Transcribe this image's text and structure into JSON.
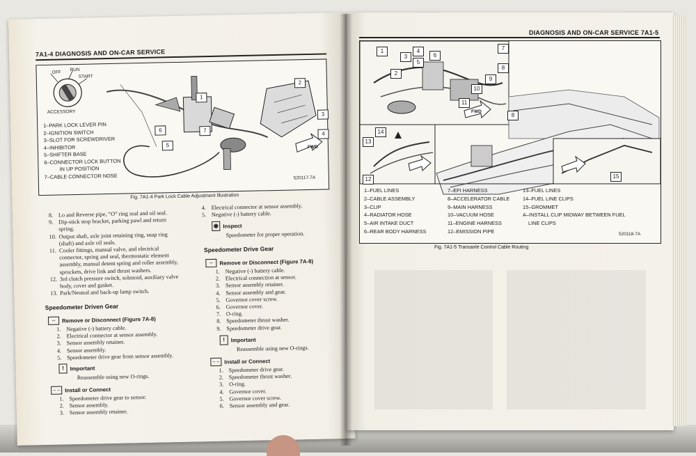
{
  "left_page": {
    "header": "7A1-4  DIAGNOSIS AND ON-CAR SERVICE",
    "figure": {
      "switch_labels": {
        "off": "OFF",
        "run": "RUN",
        "start": "START",
        "accessory": "ACCESSORY"
      },
      "legend": [
        "1–PARK LOCK LEVER PIN",
        "2–IGNITION SWITCH",
        "3–SLOT FOR SCREWDRIVER",
        "4–INHIBITOR",
        "5–SHIFTER BASE",
        "6–CONNECTOR LOCK BUTTON",
        "IN UP POSITION",
        "7–CABLE CONNECTOR NOSE"
      ],
      "callouts": [
        "1",
        "2",
        "3",
        "4",
        "5",
        "6",
        "7"
      ],
      "fwd": "FWD",
      "figure_number": "520117-7A",
      "caption": "Fig. 7A1-4 Park Lock Cable Adjustment Illustration"
    },
    "col1_list": [
      {
        "n": "8.",
        "text": "Lo and Reverse pipe, “O” ring seal and oil seal."
      },
      {
        "n": "9.",
        "text": "Dip-stick stop bracket, parking pawl and return spring."
      },
      {
        "n": "10.",
        "text": "Output shaft, axle joint retaining ring, snap ring (shaft) and axle oil seals."
      },
      {
        "n": "11.",
        "text": "Cooler fittings, manual valve, and electrical connector, spring and seal, thermostatic element assembly, manual detent spring and roller assembly, sprockets, drive link and thrust washers."
      },
      {
        "n": "12.",
        "text": "3rd clutch pressure switch, solenoid, auxiliary valve body, cover and gasket."
      },
      {
        "n": "13.",
        "text": "Park/Neutral and back-up lamp switch."
      }
    ],
    "driven_gear": {
      "title": "Speedometer Driven Gear",
      "remove_label": "Remove or Disconnect (Figure 7A-8)",
      "remove_steps": [
        {
          "n": "1.",
          "text": "Negative (-) battery cable."
        },
        {
          "n": "2.",
          "text": "Electrical connector at sensor assembly."
        },
        {
          "n": "3.",
          "text": "Sensor assembly retainer."
        },
        {
          "n": "4.",
          "text": "Sensor assembly."
        },
        {
          "n": "5.",
          "text": "Speedometer drive gear from sensor assembly."
        }
      ],
      "important_label": "Important",
      "important_text": "Reassemble using new O-rings.",
      "install_label": "Install or Connect",
      "install_steps": [
        {
          "n": "1.",
          "text": "Speedometer drive gear to sensor."
        },
        {
          "n": "2.",
          "text": "Sensor assembly."
        },
        {
          "n": "3.",
          "text": "Sensor assembly retainer."
        }
      ]
    },
    "col2_top": [
      {
        "n": "4.",
        "text": "Electrical connector at sensor assembly."
      },
      {
        "n": "5.",
        "text": "Negative (-) battery cable."
      }
    ],
    "inspect_label": "Inspect",
    "inspect_text": "Speedometer for proper operation.",
    "drive_gear": {
      "title": "Speedometer Drive Gear",
      "remove_label": "Remove or Disconnect (Figure 7A-8)",
      "remove_steps": [
        {
          "n": "1.",
          "text": "Negative (-) battery cable."
        },
        {
          "n": "2.",
          "text": "Electrical connection at sensor."
        },
        {
          "n": "3.",
          "text": "Sensor assembly retainer."
        },
        {
          "n": "4.",
          "text": "Sensor assembly and gear."
        },
        {
          "n": "5.",
          "text": "Governor cover screw."
        },
        {
          "n": "6.",
          "text": "Governor cover."
        },
        {
          "n": "7.",
          "text": "O-ring."
        },
        {
          "n": "8.",
          "text": "Speedometer thrust washer."
        },
        {
          "n": "9.",
          "text": "Speedometer drive gear."
        }
      ],
      "important_label": "Important",
      "important_text": "Reassemble using new O-rings.",
      "install_label": "Install or Connect",
      "install_steps": [
        {
          "n": "1.",
          "text": "Speedometer drive gear."
        },
        {
          "n": "2.",
          "text": "Speedometer thrust washer."
        },
        {
          "n": "3.",
          "text": "O-ring."
        },
        {
          "n": "4.",
          "text": "Governor cover."
        },
        {
          "n": "5.",
          "text": "Governor cover screw."
        },
        {
          "n": "6.",
          "text": "Sensor assembly and gear."
        }
      ]
    }
  },
  "right_page": {
    "header": "DIAGNOSIS AND ON-CAR SERVICE  7A1-5",
    "figure": {
      "callouts_a": [
        "1",
        "2",
        "3",
        "4",
        "5",
        "6",
        "7",
        "8",
        "9",
        "10",
        "11"
      ],
      "callouts_b": [
        "8",
        "12",
        "13",
        "14",
        "15"
      ],
      "fwd": "FWD",
      "legend_rows": [
        [
          "1–FUEL LINES",
          "7–EFI HARNESS",
          "13–FUEL LINES"
        ],
        [
          "2–CABLE ASSEMBLY",
          "8–ACCELERATOR CABLE",
          "14–FUEL LINE CLIPS"
        ],
        [
          "3–CLIP",
          "9–MAIN HARNESS",
          "15–GROMMET"
        ],
        [
          "4–RADIATOR HOSE",
          "10–VACUUM HOSE",
          "A–INSTALL CLIP MIDWAY BETWEEN FUEL"
        ],
        [
          "5–AIR INTAKE DUCT",
          "11–ENGINE HARNESS",
          "LINE CLIPS"
        ],
        [
          "6–REAR BODY HARNESS",
          "12–EMISSION PIPE",
          ""
        ]
      ],
      "figure_number": "520118-7A",
      "caption": "Fig. 7A1-5 Transaxle Control Cable Routing"
    }
  }
}
